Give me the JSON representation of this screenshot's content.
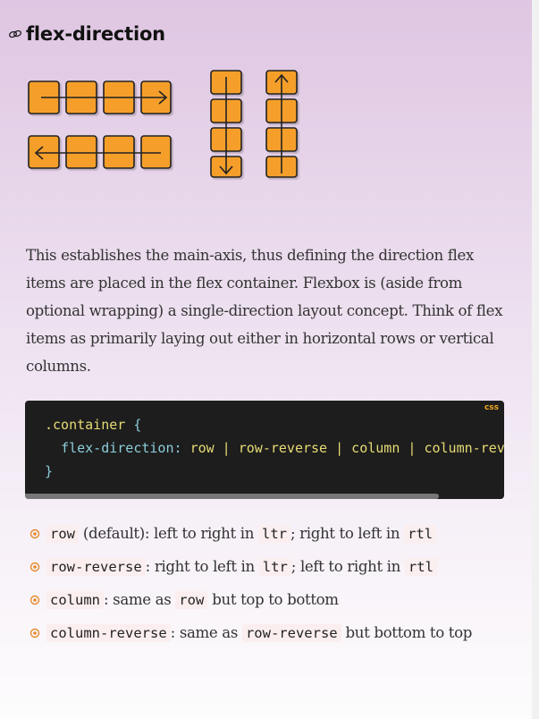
{
  "heading": {
    "title": "flex-direction",
    "icon": "link-icon"
  },
  "intro": "This establishes the main-axis, thus defining the direction flex items are placed in the flex container. Flexbox is (aside from optional wrapping) a single-direction layout concept. Think of flex items as primarily laying out either in horizontal rows or vertical columns.",
  "code": {
    "language": "css",
    "selector": ".container",
    "open": "{",
    "property": "flex-direction:",
    "value": "row | row-reverse | column | column-reverse;",
    "close": "}"
  },
  "list": [
    {
      "code": "row",
      "text": " (default): left to right in ",
      "code2": "ltr",
      "text2": "; right to left in ",
      "code3": "rtl",
      "text3": ""
    },
    {
      "code": "row-reverse",
      "text": ": right to left in ",
      "code2": "ltr",
      "text2": "; left to right in ",
      "code3": "rtl",
      "text3": ""
    },
    {
      "code": "column",
      "text": ": same as ",
      "code2": "row",
      "text2": " but top to bottom",
      "code3": "",
      "text3": ""
    },
    {
      "code": "column-reverse",
      "text": ": same as ",
      "code2": "row-reverse",
      "text2": " but bottom to top",
      "code3": "",
      "text3": ""
    }
  ],
  "colors": {
    "accent": "#f59f2a",
    "bullet": "#e6892a",
    "code_bg": "#1d1d1d",
    "inline_code_bg": "#fbeeef"
  }
}
